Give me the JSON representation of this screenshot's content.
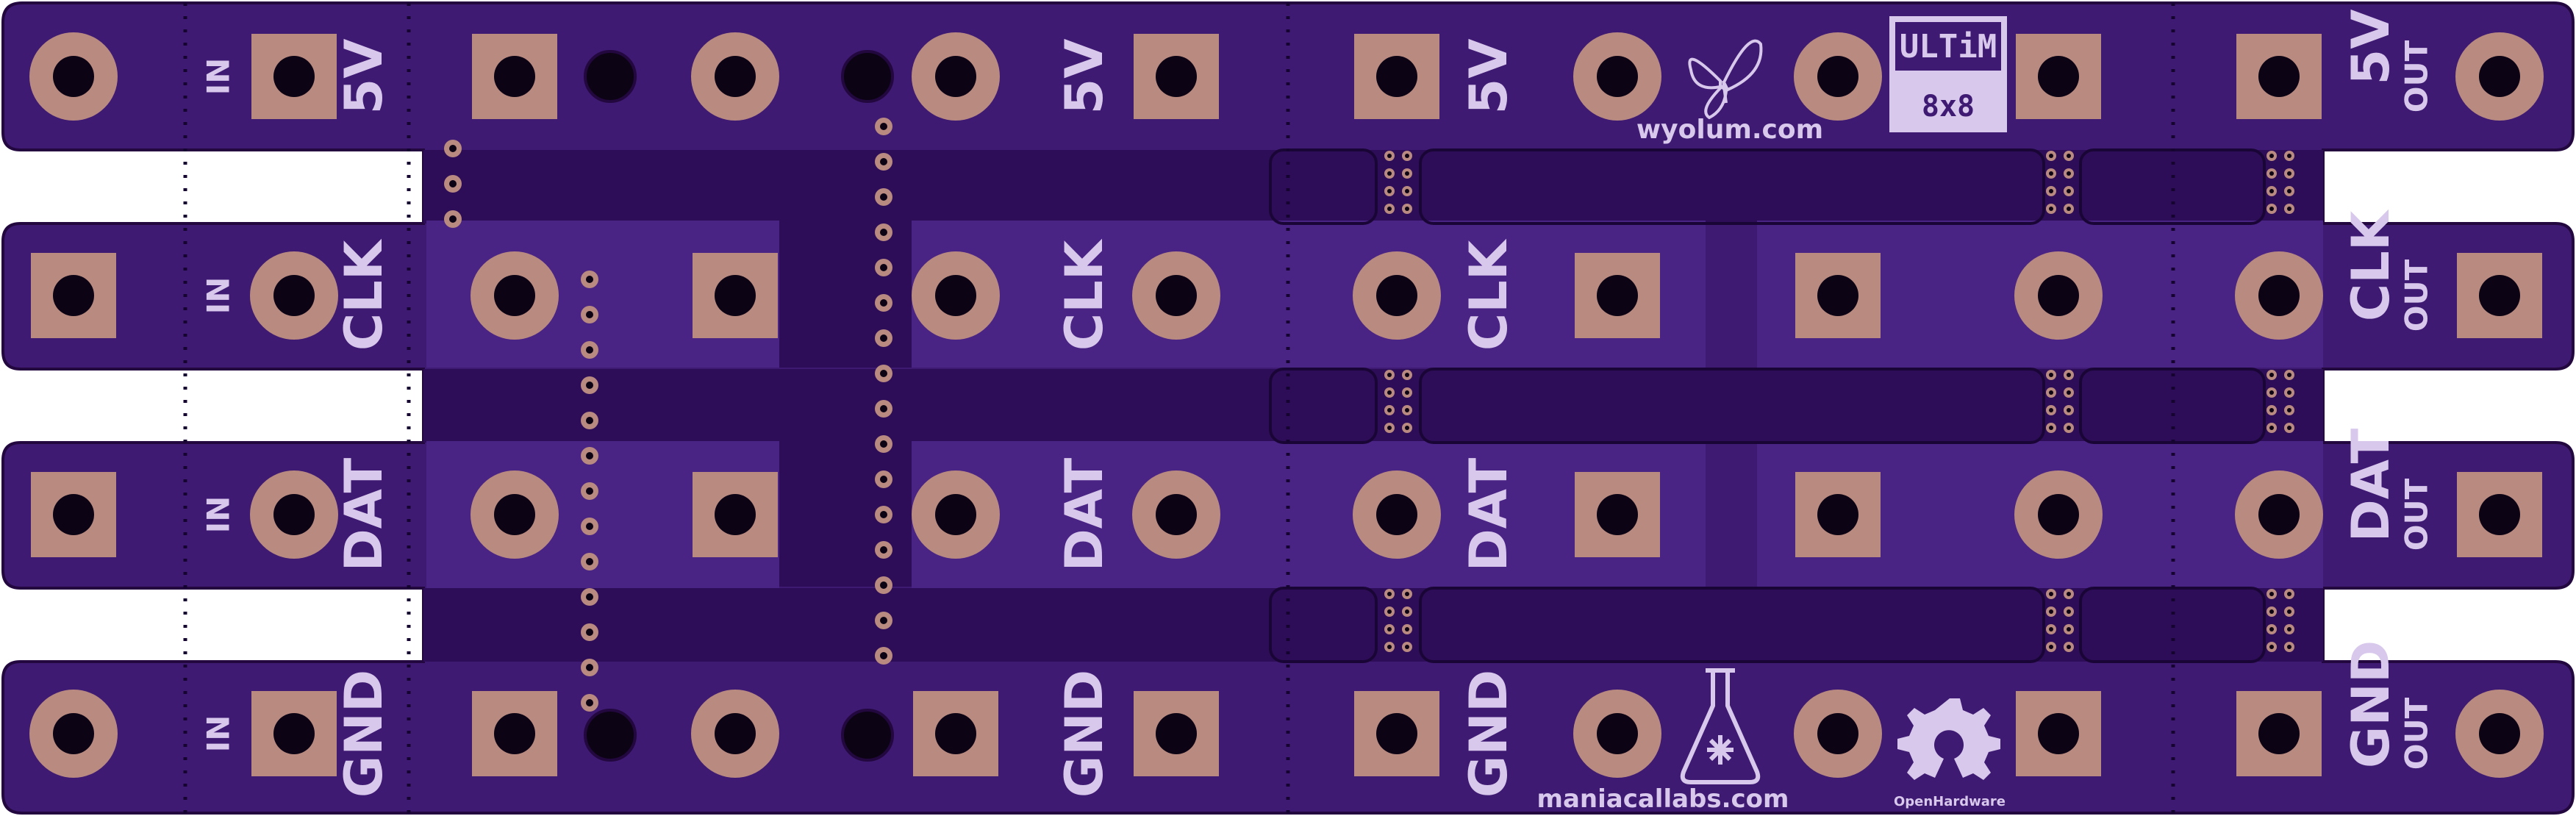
{
  "board": {
    "colors": {
      "soldermask": "#3e1a72",
      "pour": "#2e0d58",
      "trace": "#4a2485",
      "copper_pad": "#b88a80",
      "hole": "#0c0414",
      "silkscreen": "#d8c8ec",
      "background": "#ffffff"
    },
    "rows": [
      {
        "name": "5v",
        "input_label": "IN",
        "signal_label": "5V",
        "out_label": "OUT",
        "mid_labels": [
          "5V",
          "5V"
        ]
      },
      {
        "name": "clk",
        "input_label": "IN",
        "signal_label": "CLK",
        "out_label": "OUT",
        "mid_labels": [
          "CLK",
          "CLK"
        ]
      },
      {
        "name": "dat",
        "input_label": "IN",
        "signal_label": "DAT",
        "out_label": "OUT",
        "mid_labels": [
          "DAT",
          "DAT"
        ]
      },
      {
        "name": "gnd",
        "input_label": "IN",
        "signal_label": "GND",
        "out_label": "OUT",
        "mid_labels": [
          "GND",
          "GND"
        ]
      }
    ],
    "logos": {
      "wyolum": "wyolum.com",
      "ultim_title": "ULTiM",
      "ultim_sub": "8x8",
      "maniacallabs": "maniacallabs.com",
      "openhardware": "OpenHardware",
      "icons": [
        "butterfly-icon",
        "flask-icon",
        "open-hardware-gear-icon"
      ]
    }
  }
}
